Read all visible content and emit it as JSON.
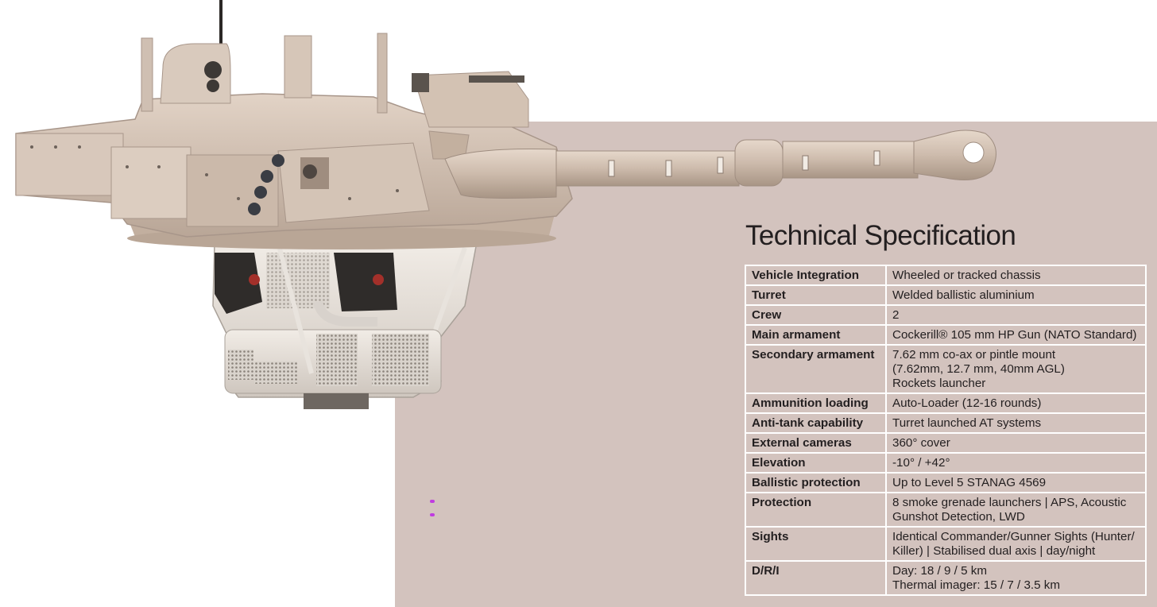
{
  "title": "Technical Specification",
  "colors": {
    "panel": "#d3c3be",
    "turret": "#cfbcae",
    "text": "#231f20"
  },
  "spec_rows": [
    {
      "label": "Vehicle Integration",
      "value": "Wheeled or tracked chassis"
    },
    {
      "label": "Turret",
      "value": "Welded ballistic aluminium"
    },
    {
      "label": "Crew",
      "value": "2"
    },
    {
      "label": "Main armament",
      "value": "Cockerill® 105 mm HP Gun (NATO Standard)"
    },
    {
      "label": "Secondary armament",
      "value": "7.62 mm co-ax or pintle mount\n(7.62mm, 12.7 mm, 40mm AGL)\nRockets launcher"
    },
    {
      "label": "Ammunition loading",
      "value": "Auto-Loader (12-16 rounds)"
    },
    {
      "label": "Anti-tank capability",
      "value": "Turret launched AT systems"
    },
    {
      "label": "External cameras",
      "value": "360° cover"
    },
    {
      "label": "Elevation",
      "value": "-10° / +42°"
    },
    {
      "label": "Ballistic protection",
      "value": "Up to Level 5 STANAG 4569"
    },
    {
      "label": "Protection",
      "value": "8 smoke grenade launchers | APS, Acoustic\nGunshot Detection, LWD"
    },
    {
      "label": "Sights",
      "value": "Identical Commander/Gunner Sights (Hunter/\nKiller) | Stabilised dual axis | day/night"
    },
    {
      "label": "D/R/I",
      "value": "Day: 18 / 9 / 5 km\nThermal imager: 15 / 7 / 3.5 km"
    }
  ]
}
